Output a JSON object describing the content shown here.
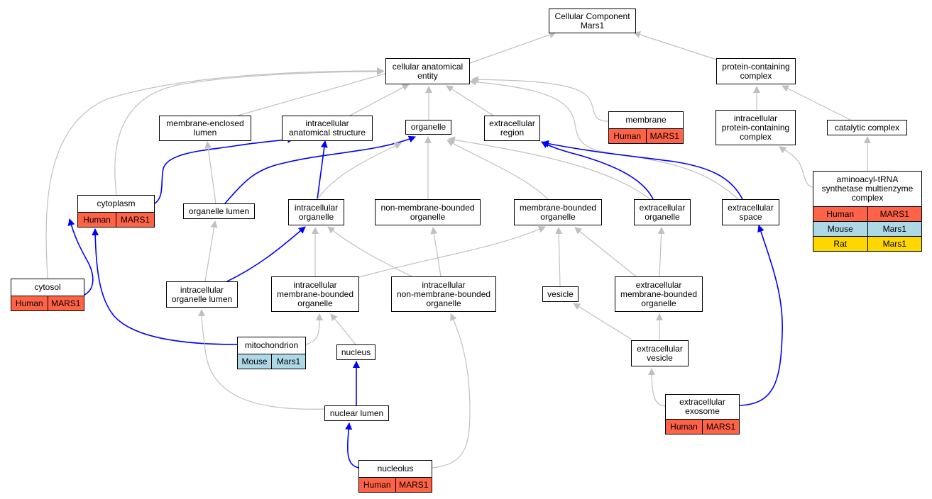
{
  "diagram": {
    "colors": {
      "is_a_edge": "#c0c0c0",
      "part_of_edge": "#0000ff",
      "Human": "#ff6347",
      "Mouse": "#add8e6",
      "Rat": "#ffd700"
    },
    "nodes": [
      {
        "id": "root",
        "label": "Cellular Component\nMars1",
        "annotations": []
      },
      {
        "id": "cae",
        "label": "cellular anatomical\nentity",
        "annotations": []
      },
      {
        "id": "pcc",
        "label": "protein-containing\ncomplex",
        "annotations": []
      },
      {
        "id": "mel",
        "label": "membrane-enclosed\nlumen",
        "annotations": []
      },
      {
        "id": "ias",
        "label": "intracellular\nanatomical structure",
        "annotations": []
      },
      {
        "id": "org",
        "label": "organelle",
        "annotations": []
      },
      {
        "id": "exr",
        "label": "extracellular\nregion",
        "annotations": []
      },
      {
        "id": "mem",
        "label": "membrane",
        "annotations": [
          {
            "species": "Human",
            "gene": "MARS1"
          }
        ]
      },
      {
        "id": "ipcc",
        "label": "intracellular\nprotein-containing\ncomplex",
        "annotations": []
      },
      {
        "id": "cat",
        "label": "catalytic complex",
        "annotations": []
      },
      {
        "id": "cyt",
        "label": "cytoplasm",
        "annotations": [
          {
            "species": "Human",
            "gene": "MARS1"
          }
        ]
      },
      {
        "id": "orl",
        "label": "organelle lumen",
        "annotations": []
      },
      {
        "id": "ino",
        "label": "intracellular\norganelle",
        "annotations": []
      },
      {
        "id": "nmbo",
        "label": "non-membrane-bounded\norganelle",
        "annotations": []
      },
      {
        "id": "mbo",
        "label": "membrane-bounded\norganelle",
        "annotations": []
      },
      {
        "id": "exo",
        "label": "extracellular\norganelle",
        "annotations": []
      },
      {
        "id": "exs",
        "label": "extracellular\nspace",
        "annotations": []
      },
      {
        "id": "ars",
        "label": "aminoacyl-tRNA\nsynthetase multienzyme\ncomplex",
        "annotations": [
          {
            "species": "Human",
            "gene": "MARS1"
          },
          {
            "species": "Mouse",
            "gene": "Mars1"
          },
          {
            "species": "Rat",
            "gene": "Mars1"
          }
        ]
      },
      {
        "id": "cys",
        "label": "cytosol",
        "annotations": [
          {
            "species": "Human",
            "gene": "MARS1"
          }
        ]
      },
      {
        "id": "iol",
        "label": "intracellular\norganelle lumen",
        "annotations": []
      },
      {
        "id": "imbo",
        "label": "intracellular\nmembrane-bounded\norganelle",
        "annotations": []
      },
      {
        "id": "inmbo",
        "label": "intracellular\nnon-membrane-bounded\norganelle",
        "annotations": []
      },
      {
        "id": "ves",
        "label": "vesicle",
        "annotations": []
      },
      {
        "id": "embo",
        "label": "extracellular\nmembrane-bounded\norganelle",
        "annotations": []
      },
      {
        "id": "mit",
        "label": "mitochondrion",
        "annotations": [
          {
            "species": "Mouse",
            "gene": "Mars1"
          }
        ]
      },
      {
        "id": "nuc",
        "label": "nucleus",
        "annotations": []
      },
      {
        "id": "exv",
        "label": "extracellular\nvesicle",
        "annotations": []
      },
      {
        "id": "nul",
        "label": "nuclear lumen",
        "annotations": []
      },
      {
        "id": "exe",
        "label": "extracellular\nexosome",
        "annotations": [
          {
            "species": "Human",
            "gene": "MARS1"
          }
        ]
      },
      {
        "id": "nucl",
        "label": "nucleolus",
        "annotations": [
          {
            "species": "Human",
            "gene": "MARS1"
          }
        ]
      }
    ],
    "edges": [
      {
        "from": "cae",
        "to": "root",
        "type": "is_a"
      },
      {
        "from": "pcc",
        "to": "root",
        "type": "is_a"
      },
      {
        "from": "mel",
        "to": "cae",
        "type": "is_a"
      },
      {
        "from": "ias",
        "to": "cae",
        "type": "is_a"
      },
      {
        "from": "org",
        "to": "cae",
        "type": "is_a"
      },
      {
        "from": "exr",
        "to": "cae",
        "type": "is_a"
      },
      {
        "from": "mem",
        "to": "cae",
        "type": "is_a"
      },
      {
        "from": "cyt",
        "to": "cae",
        "type": "is_a"
      },
      {
        "from": "cys",
        "to": "cae",
        "type": "is_a"
      },
      {
        "from": "exs",
        "to": "cae",
        "type": "is_a"
      },
      {
        "from": "ipcc",
        "to": "pcc",
        "type": "is_a"
      },
      {
        "from": "cat",
        "to": "pcc",
        "type": "is_a"
      },
      {
        "from": "ars",
        "to": "ipcc",
        "type": "is_a"
      },
      {
        "from": "ars",
        "to": "cat",
        "type": "is_a"
      },
      {
        "from": "cyt",
        "to": "ias",
        "type": "part_of"
      },
      {
        "from": "orl",
        "to": "mel",
        "type": "is_a"
      },
      {
        "from": "orl",
        "to": "org",
        "type": "part_of"
      },
      {
        "from": "ino",
        "to": "ias",
        "type": "part_of"
      },
      {
        "from": "ino",
        "to": "org",
        "type": "is_a"
      },
      {
        "from": "nmbo",
        "to": "org",
        "type": "is_a"
      },
      {
        "from": "mbo",
        "to": "org",
        "type": "is_a"
      },
      {
        "from": "exo",
        "to": "org",
        "type": "is_a"
      },
      {
        "from": "exo",
        "to": "exr",
        "type": "part_of"
      },
      {
        "from": "exs",
        "to": "exr",
        "type": "part_of"
      },
      {
        "from": "cys",
        "to": "cyt",
        "type": "part_of"
      },
      {
        "from": "iol",
        "to": "orl",
        "type": "is_a"
      },
      {
        "from": "iol",
        "to": "ino",
        "type": "part_of"
      },
      {
        "from": "imbo",
        "to": "ino",
        "type": "is_a"
      },
      {
        "from": "imbo",
        "to": "mbo",
        "type": "is_a"
      },
      {
        "from": "inmbo",
        "to": "ino",
        "type": "is_a"
      },
      {
        "from": "inmbo",
        "to": "nmbo",
        "type": "is_a"
      },
      {
        "from": "ves",
        "to": "mbo",
        "type": "is_a"
      },
      {
        "from": "embo",
        "to": "mbo",
        "type": "is_a"
      },
      {
        "from": "embo",
        "to": "exo",
        "type": "is_a"
      },
      {
        "from": "mit",
        "to": "imbo",
        "type": "is_a"
      },
      {
        "from": "mit",
        "to": "cyt",
        "type": "part_of"
      },
      {
        "from": "nuc",
        "to": "imbo",
        "type": "is_a"
      },
      {
        "from": "exv",
        "to": "ves",
        "type": "is_a"
      },
      {
        "from": "exv",
        "to": "embo",
        "type": "is_a"
      },
      {
        "from": "nul",
        "to": "nuc",
        "type": "part_of"
      },
      {
        "from": "nul",
        "to": "iol",
        "type": "is_a"
      },
      {
        "from": "exe",
        "to": "exv",
        "type": "is_a"
      },
      {
        "from": "exe",
        "to": "exs",
        "type": "part_of"
      },
      {
        "from": "nucl",
        "to": "nul",
        "type": "part_of"
      },
      {
        "from": "nucl",
        "to": "inmbo",
        "type": "is_a"
      }
    ]
  }
}
